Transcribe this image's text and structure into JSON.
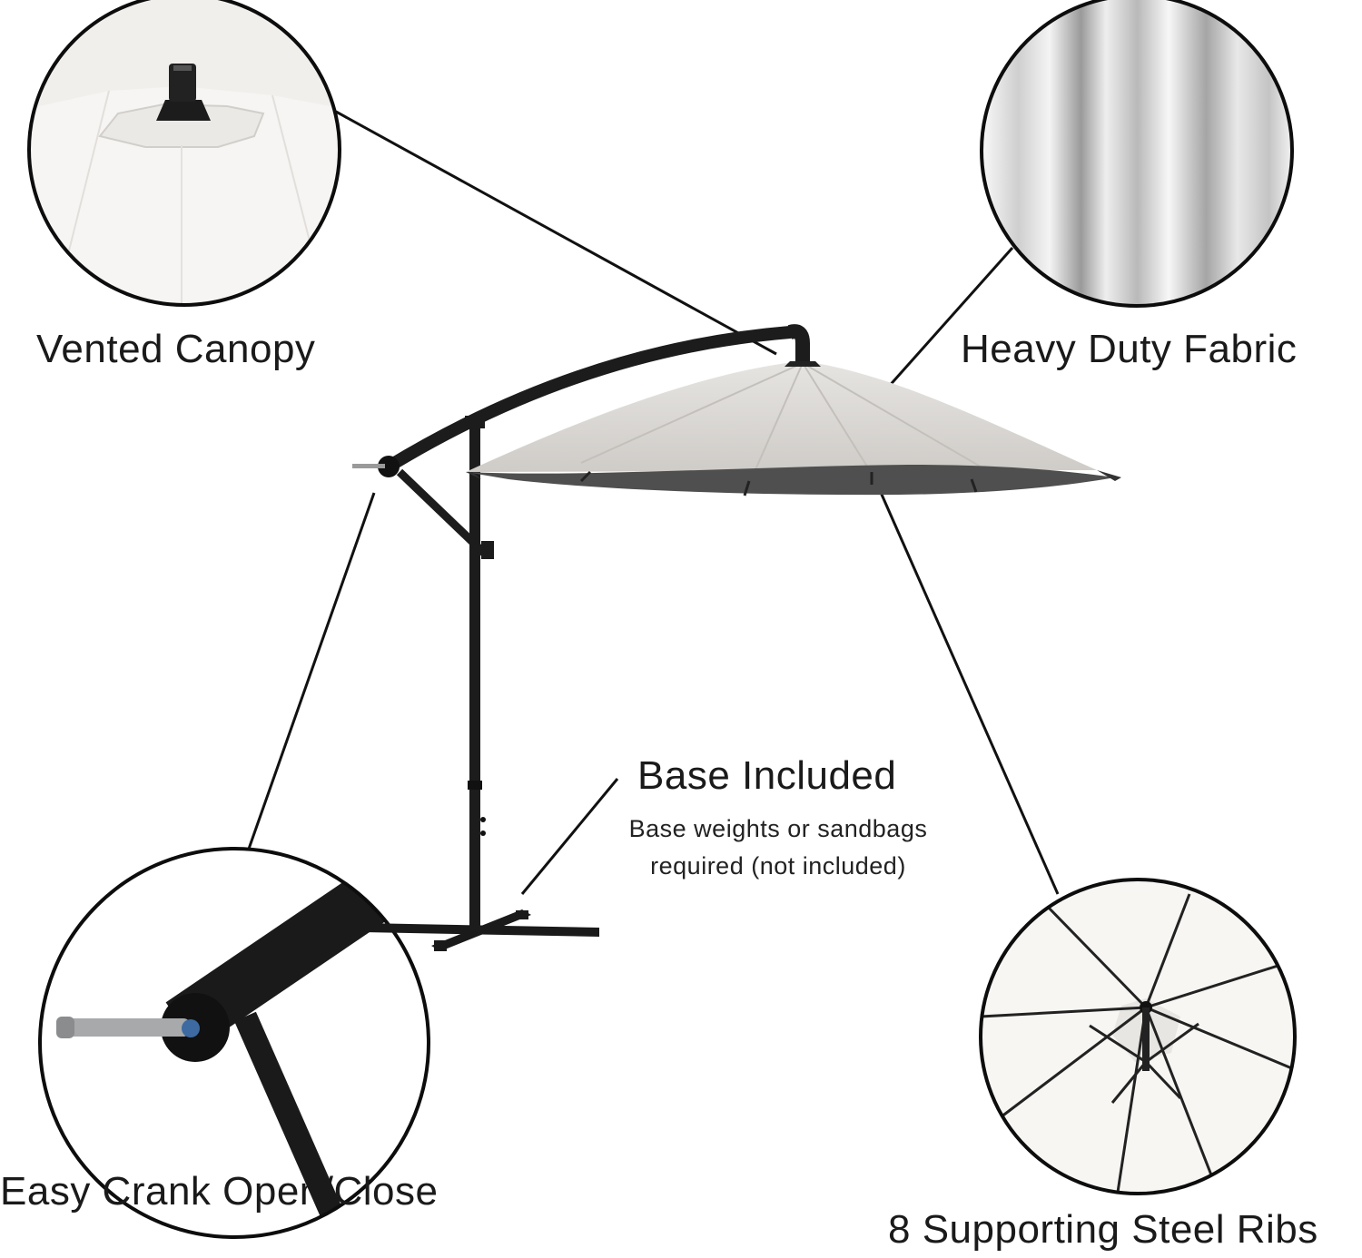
{
  "features": {
    "vented_canopy": "Vented Canopy",
    "heavy_duty_fabric": "Heavy Duty Fabric",
    "base_included": "Base Included",
    "base_note_line1": "Base weights or sandbags",
    "base_note_line2": "required (not included)",
    "easy_crank": "Easy Crank Open/Close",
    "steel_ribs": "8 Supporting Steel Ribs"
  },
  "colors": {
    "canopy": "#d8d6d3",
    "canopy_shadow": "#4f4f4f",
    "frame": "#1c1c1c",
    "fabric_highlight": "#f2f2f2"
  }
}
